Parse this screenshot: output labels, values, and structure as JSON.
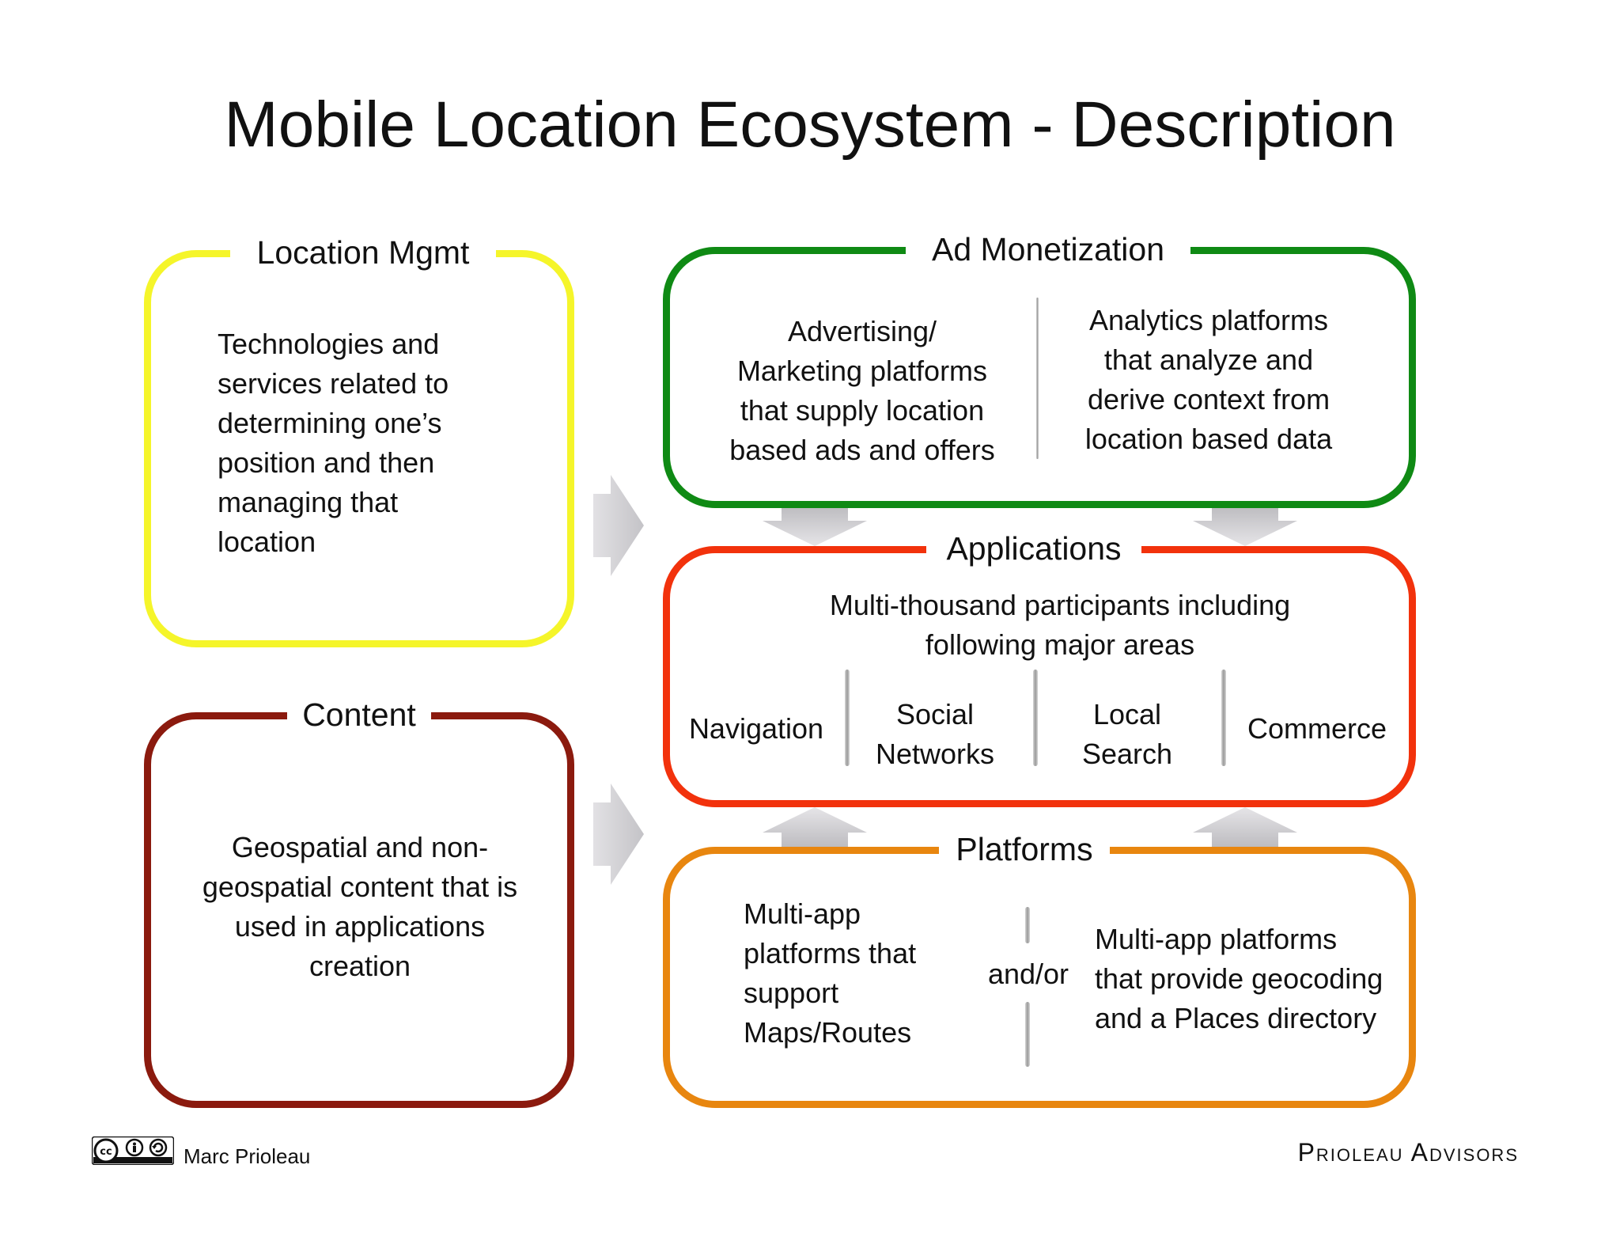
{
  "title": "Mobile Location Ecosystem - Description",
  "colors": {
    "location_mgmt": "#f5f52a",
    "content": "#8b1a0e",
    "ad_monetization": "#0f8a14",
    "applications": "#f2320c",
    "platforms": "#e8860f",
    "arrow": "#c9c8cc"
  },
  "location_mgmt": {
    "label": "Location Mgmt",
    "lines": [
      "Technologies and",
      "services related to",
      "determining one’s",
      "position and then",
      "managing that",
      "location"
    ]
  },
  "content": {
    "label": "Content",
    "lines": [
      "Geospatial and non-",
      "geospatial content that is",
      "used in applications",
      "creation"
    ]
  },
  "ad_monetization": {
    "label": "Ad Monetization",
    "left_lines": [
      "Advertising/",
      "Marketing platforms",
      "that supply location",
      "based ads and offers"
    ],
    "right_lines": [
      "Analytics platforms",
      "that analyze and",
      "derive context from",
      "location based data"
    ]
  },
  "applications": {
    "label": "Applications",
    "intro_lines": [
      "Multi-thousand participants including",
      "following major areas"
    ],
    "areas": [
      {
        "lines": [
          "Navigation"
        ]
      },
      {
        "lines": [
          "Social",
          "Networks"
        ]
      },
      {
        "lines": [
          "Local",
          "Search"
        ]
      },
      {
        "lines": [
          "Commerce"
        ]
      }
    ]
  },
  "platforms": {
    "label": "Platforms",
    "left_lines": [
      "Multi-app",
      "platforms that",
      "support",
      "Maps/Routes"
    ],
    "connector": "and/or",
    "right_lines": [
      "Multi-app platforms",
      "that provide geocoding",
      "and a Places directory"
    ]
  },
  "footer": {
    "author": "Marc Prioleau",
    "brand": "Prioleau Advisors",
    "license_icon": "cc-by-sa-icon"
  }
}
